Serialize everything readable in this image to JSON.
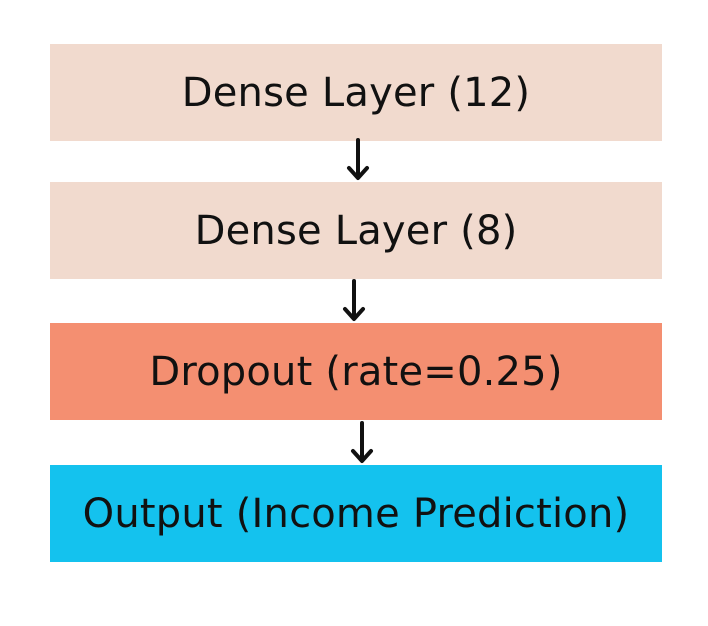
{
  "diagram": {
    "layers": [
      {
        "label": "Dense Layer (12)",
        "color": "#f1dace"
      },
      {
        "label": "Dense Layer (8)",
        "color": "#f1dace"
      },
      {
        "label": "Dropout (rate=0.25)",
        "color": "#f48f71"
      },
      {
        "label": "Output (Income Prediction)",
        "color": "#14c2ee"
      }
    ],
    "arrow_color": "#111111"
  }
}
